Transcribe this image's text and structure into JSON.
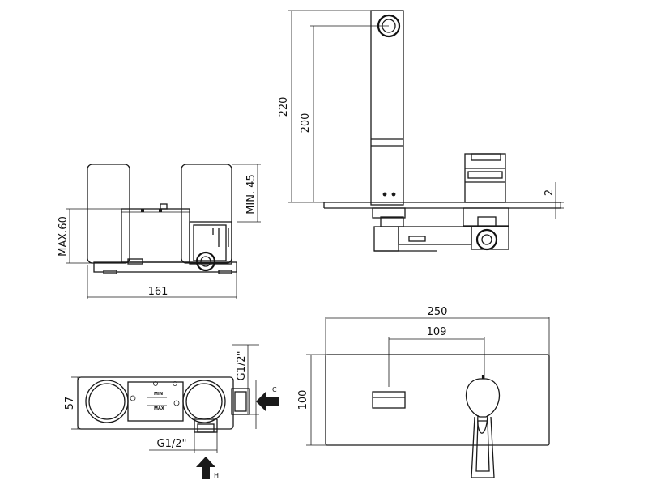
{
  "dimensions": {
    "top_view_width": "161",
    "top_view_max_height": "MAX.60",
    "top_view_min_depth": "MIN. 45",
    "side_height_total": "220",
    "side_height_spout": "200",
    "side_plate_thickness": "2",
    "front_width": "250",
    "front_spacing": "109",
    "front_height": "100",
    "body_depth": "57",
    "connection_side": "G1/2\"",
    "connection_bottom": "G1/2\""
  },
  "labels": {
    "cold_arrow": "C",
    "hot_arrow": "H",
    "min_label": "MIN",
    "max_label": "MAX"
  }
}
